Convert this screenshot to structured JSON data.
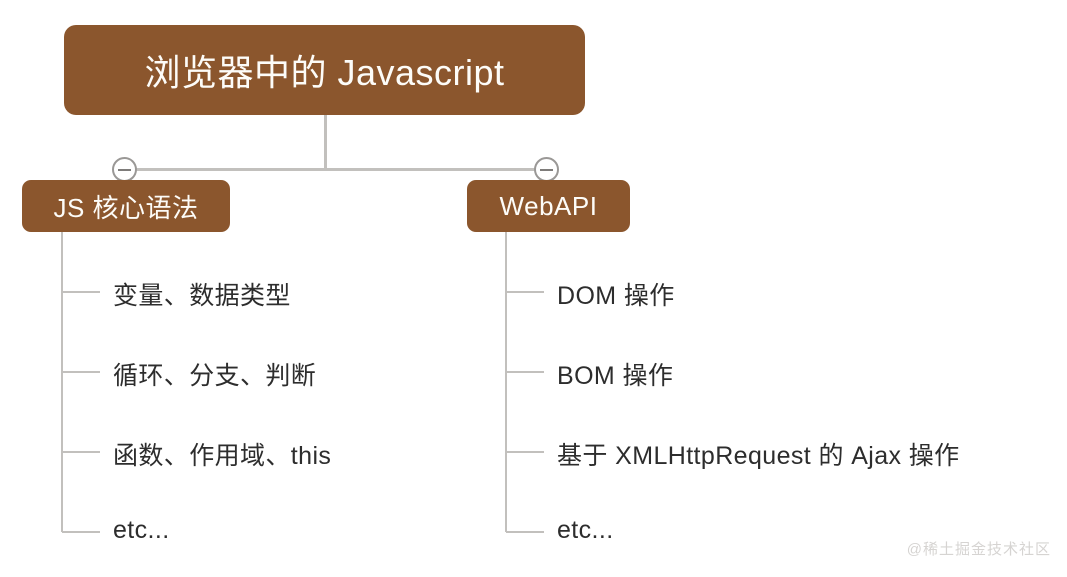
{
  "diagram": {
    "title": "浏览器中的 Javascript",
    "type": "mindmap",
    "root": {
      "label": "浏览器中的 Javascript",
      "box_color": "#8b562d",
      "text_color": "#fdfcf8"
    },
    "branches": [
      {
        "label": "JS 核心语法",
        "toggle_icon": "minus-circle-icon",
        "toggle_state": "expanded",
        "children": [
          {
            "label": "变量、数据类型"
          },
          {
            "label": "循环、分支、判断"
          },
          {
            "label": "函数、作用域、this"
          },
          {
            "label": "etc..."
          }
        ]
      },
      {
        "label": "WebAPI",
        "toggle_icon": "minus-circle-icon",
        "toggle_state": "expanded",
        "children": [
          {
            "label": "DOM 操作"
          },
          {
            "label": "BOM 操作"
          },
          {
            "label": "基于 XMLHttpRequest 的 Ajax 操作"
          },
          {
            "label": "etc..."
          }
        ]
      }
    ],
    "colors": {
      "node_fill": "#8b562d",
      "node_text": "#fdfcf8",
      "connector": "#c2c0bd",
      "leaf_text": "#2d2d2d",
      "background": "#ffffff",
      "watermark": "#d6d4d2"
    }
  },
  "watermark": {
    "text": "@稀土掘金技术社区"
  }
}
